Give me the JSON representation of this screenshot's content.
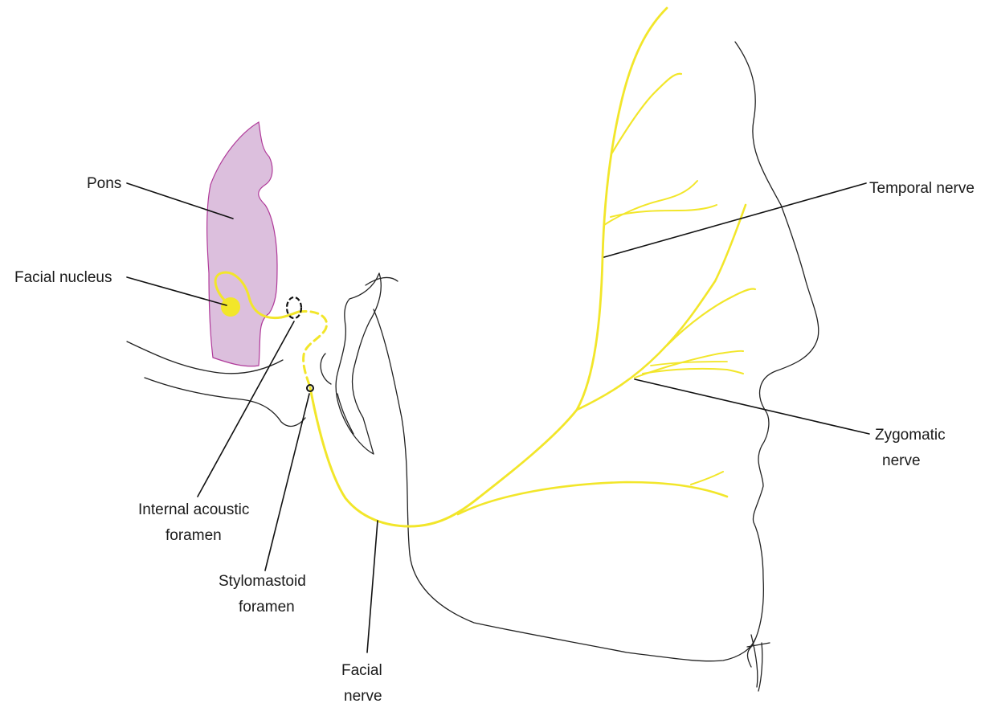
{
  "labels": {
    "pons": "Pons",
    "facial_nucleus": "Facial nucleus",
    "temporal_nerve": "Temporal nerve",
    "zygomatic_line1": "Zygomatic",
    "zygomatic_line2": "nerve",
    "internal_acoustic_line1": "Internal acoustic",
    "internal_acoustic_line2": "foramen",
    "stylomastoid_line1": "Stylomastoid",
    "stylomastoid_line2": "foramen",
    "facial_nerve_line1": "Facial",
    "facial_nerve_line2": "nerve"
  },
  "colors": {
    "nerve": "#f2e62a",
    "pons_fill": "#dcbfdd",
    "pons_stroke": "#b03a9a",
    "outline": "#222222"
  }
}
